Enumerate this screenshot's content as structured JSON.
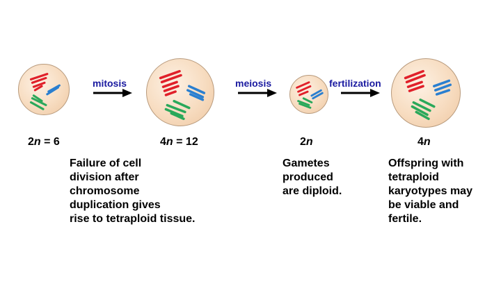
{
  "stages": [
    {
      "ploidy_n": "2",
      "ploidy_rest": " = 6"
    },
    {
      "ploidy_n": "4",
      "ploidy_rest": " = 12"
    },
    {
      "ploidy_n": "2",
      "ploidy_rest": ""
    },
    {
      "ploidy_n": "4",
      "ploidy_rest": ""
    }
  ],
  "ploidy_letter": "n",
  "arrows": [
    "mitosis",
    "meiosis",
    "fertilization"
  ],
  "captions": {
    "tetraploid_tissue": [
      "Failure of cell",
      "division after",
      "chromosome",
      "duplication gives",
      "rise to tetraploid tissue."
    ],
    "gametes": [
      "Gametes",
      "produced",
      "are diploid."
    ],
    "offspring": [
      "Offspring with",
      "tetraploid",
      "karyotypes may",
      "be viable and",
      "fertile."
    ]
  },
  "colors": {
    "red_chromosome": "#e0202a",
    "blue_chromosome": "#2a7fd0",
    "green_chromosome": "#2aa85a",
    "arrow_label": "#1a1aa0",
    "cell_fill": "#f7dcc0"
  }
}
